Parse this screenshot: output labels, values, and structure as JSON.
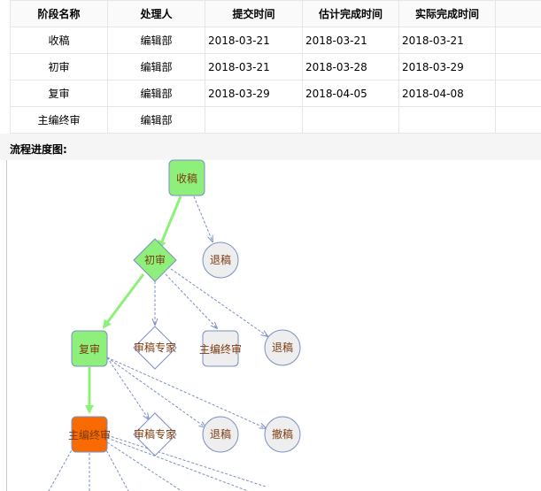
{
  "table": {
    "headers": [
      "阶段名称",
      "处理人",
      "提交时间",
      "估计完成时间",
      "实际完成时间",
      ""
    ],
    "rows": [
      [
        "收稿",
        "编辑部",
        "2018-03-21",
        "2018-03-21",
        "2018-03-21",
        ""
      ],
      [
        "初审",
        "编辑部",
        "2018-03-21",
        "2018-03-28",
        "2018-03-29",
        ""
      ],
      [
        "复审",
        "编辑部",
        "2018-03-29",
        "2018-04-05",
        "2018-04-08",
        ""
      ],
      [
        "主编终审",
        "编辑部",
        "",
        "",
        "",
        ""
      ]
    ]
  },
  "flow": {
    "title": "流程进度图:",
    "nodes": {
      "receive": "收稿",
      "first_review": "初审",
      "return_1": "退稿",
      "second_review": "复审",
      "expert_1": "审稿专家",
      "final_pending": "主编终审",
      "return_2": "退稿",
      "final_current": "主编终审",
      "expert_2": "审稿专家",
      "return_3": "退稿",
      "withdraw": "撤稿"
    },
    "colors": {
      "done": "#8ef07a",
      "current": "#f86a02",
      "pending": "#eeeeee",
      "progress_edge": "#8ef07a",
      "option_edge": "#7b8fc4"
    }
  }
}
